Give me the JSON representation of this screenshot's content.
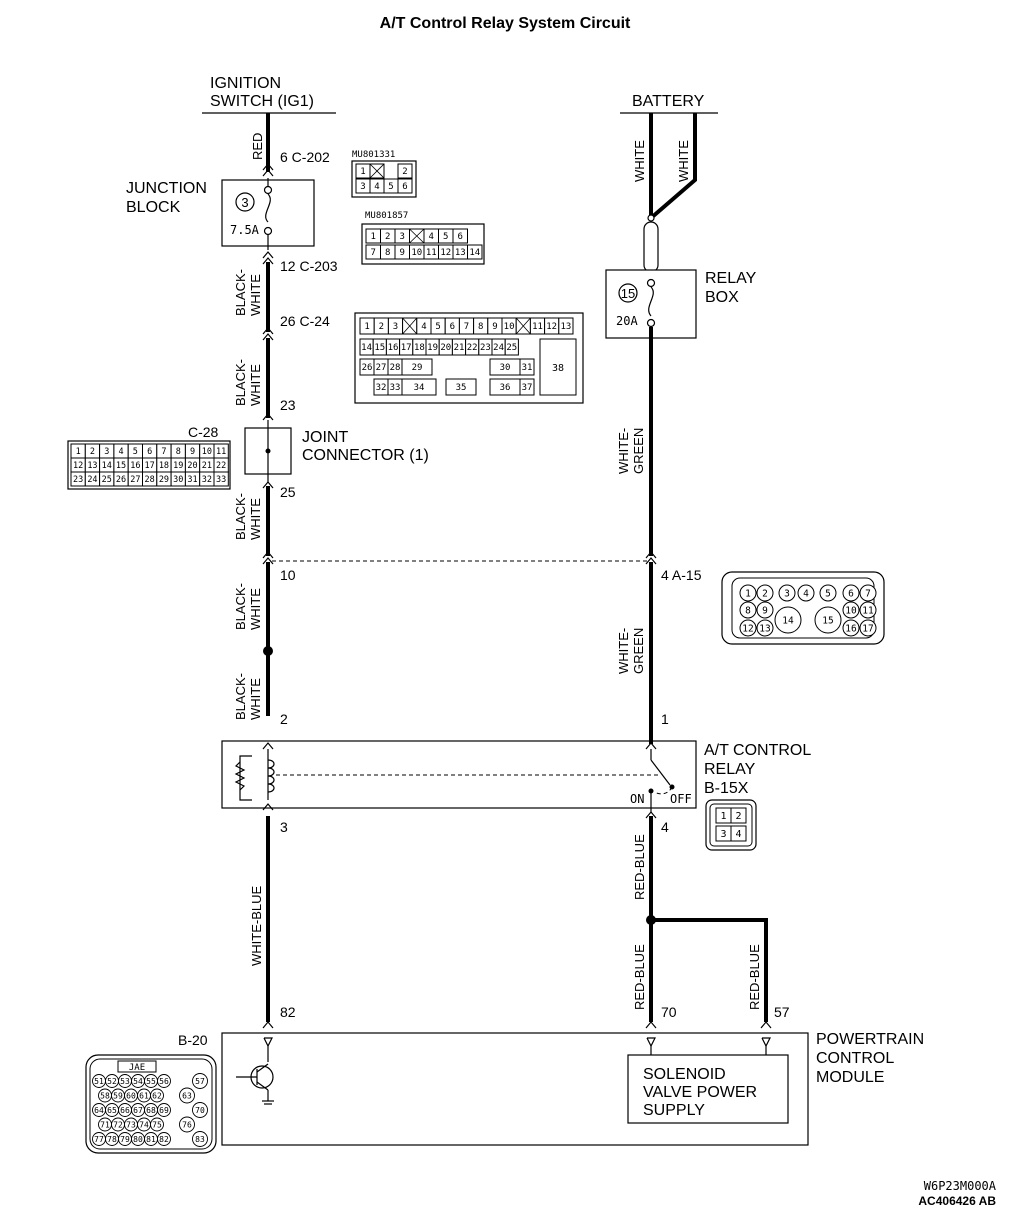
{
  "title": "A/T Control Relay System Circuit",
  "sources": {
    "ignition": [
      "IGNITION",
      "SWITCH (IG1)"
    ],
    "battery": "BATTERY"
  },
  "components": {
    "junction_block": [
      "JUNCTION",
      "BLOCK"
    ],
    "junction_fuse_no": "3",
    "junction_fuse_amp": "7.5A",
    "relay_box": [
      "RELAY",
      "BOX"
    ],
    "relay_fuse_no": "15",
    "relay_fuse_amp": "20A",
    "joint_connector": [
      "JOINT",
      "CONNECTOR (1)"
    ],
    "at_relay": [
      "A/T CONTROL",
      "RELAY",
      "B-15X"
    ],
    "at_relay_on": "ON",
    "at_relay_off": "OFF",
    "pcm": [
      "POWERTRAIN",
      "CONTROL",
      "MODULE"
    ],
    "solenoid": [
      "SOLENOID",
      "VALVE POWER",
      "SUPPLY"
    ]
  },
  "wire_colors": {
    "red": "RED",
    "white": "WHITE",
    "black": "BLACK-",
    "white2": "WHITE",
    "white_green_1": "WHITE-",
    "white_green_2": "GREEN",
    "white_blue": "WHITE-BLUE",
    "red_blue": "RED-BLUE"
  },
  "pins": {
    "c202": "6  C-202",
    "c203": "12  C-203",
    "c24": "26  C-24",
    "p23": "23",
    "p25": "25",
    "p10": "10",
    "a15": "4  A-15",
    "p2": "2",
    "p1": "1",
    "p3": "3",
    "p4": "4",
    "p82": "82",
    "p70": "70",
    "p57": "57",
    "b20": "B-20",
    "c28": "C-28"
  },
  "connectors": {
    "mu801331": "MU801331",
    "mu801331_pins": [
      [
        "1",
        "",
        "2"
      ],
      [
        "3",
        "4",
        "5",
        "6"
      ]
    ],
    "mu801857": "MU801857",
    "mu801857_pins": [
      [
        "1",
        "2",
        "3",
        "",
        "4",
        "5",
        "6"
      ],
      [
        "7",
        "8",
        "9",
        "10",
        "11",
        "12",
        "13",
        "14"
      ]
    ],
    "c24_pins_row1": [
      "1",
      "2",
      "3",
      "",
      "4",
      "5",
      "6",
      "7",
      "8",
      "9",
      "10",
      "",
      "11",
      "12",
      "13"
    ],
    "c24_pins_row2": [
      "14",
      "15",
      "16",
      "17",
      "18",
      "19",
      "20",
      "21",
      "22",
      "23",
      "24",
      "25"
    ],
    "c24_pins_row3": [
      "26",
      "27",
      "28",
      "29",
      "30",
      "31"
    ],
    "c24_pins_row4": [
      "32",
      "33",
      "34",
      "35",
      "36",
      "37"
    ],
    "c24_big": "38",
    "c28_rows": [
      [
        "1",
        "2",
        "3",
        "4",
        "5",
        "6",
        "7",
        "8",
        "9",
        "10",
        "11"
      ],
      [
        "12",
        "13",
        "14",
        "15",
        "16",
        "17",
        "18",
        "19",
        "20",
        "21",
        "22"
      ],
      [
        "23",
        "24",
        "25",
        "26",
        "27",
        "28",
        "29",
        "30",
        "31",
        "32",
        "33"
      ]
    ],
    "a15_row1": [
      "1",
      "2",
      "3",
      "4",
      "5",
      "6",
      "7"
    ],
    "a15_row2": [
      "8",
      "9",
      "10",
      "11"
    ],
    "a15_row3": [
      "12",
      "13",
      "14",
      "15",
      "16",
      "17"
    ],
    "b15x_pins": [
      "1",
      "2",
      "3",
      "4"
    ],
    "jae": "JAE",
    "b20_rows": [
      [
        "51",
        "52",
        "53",
        "54",
        "55",
        "56"
      ],
      [
        "58",
        "59",
        "60",
        "61",
        "62"
      ],
      [
        "64",
        "65",
        "66",
        "67",
        "68",
        "69"
      ],
      [
        "71",
        "72",
        "73",
        "74",
        "75"
      ],
      [
        "77",
        "78",
        "79",
        "80",
        "81",
        "82"
      ]
    ],
    "b20_side": [
      "57",
      "63",
      "70",
      "76",
      "83"
    ]
  },
  "footer": {
    "code1": "W6P23M000A",
    "code2": "AC406426 AB"
  }
}
